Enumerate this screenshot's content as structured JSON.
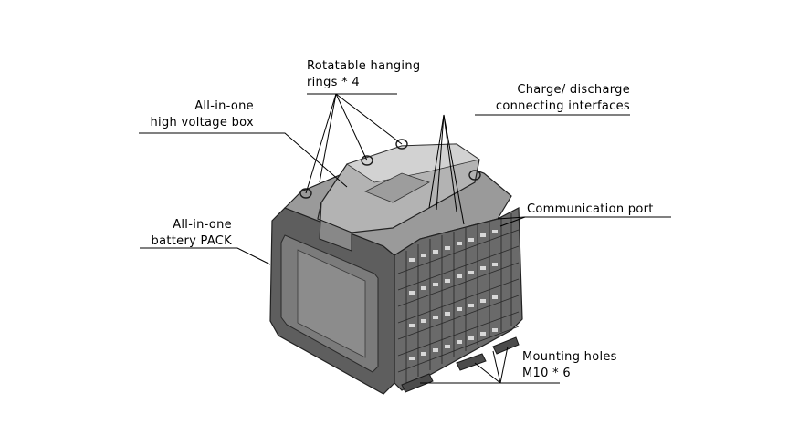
{
  "callouts": {
    "rings": {
      "line1": "Rotatable hanging",
      "line2": "rings * 4"
    },
    "hv_box": {
      "line1": "All-in-one",
      "line2": "high voltage box"
    },
    "charge": {
      "line1": "Charge/ discharge",
      "line2": "connecting interfaces"
    },
    "comm": {
      "line1": "Communication port"
    },
    "pack": {
      "line1": "All-in-one",
      "line2": "battery PACK"
    },
    "mount": {
      "line1": "Mounting holes",
      "line2": "M10 * 6"
    }
  },
  "colors": {
    "line": "#000000",
    "body_dark": "#5a5a5a",
    "body_mid": "#8a8a8a",
    "body_light": "#bdbdbd",
    "top_light": "#d6d6d6"
  }
}
